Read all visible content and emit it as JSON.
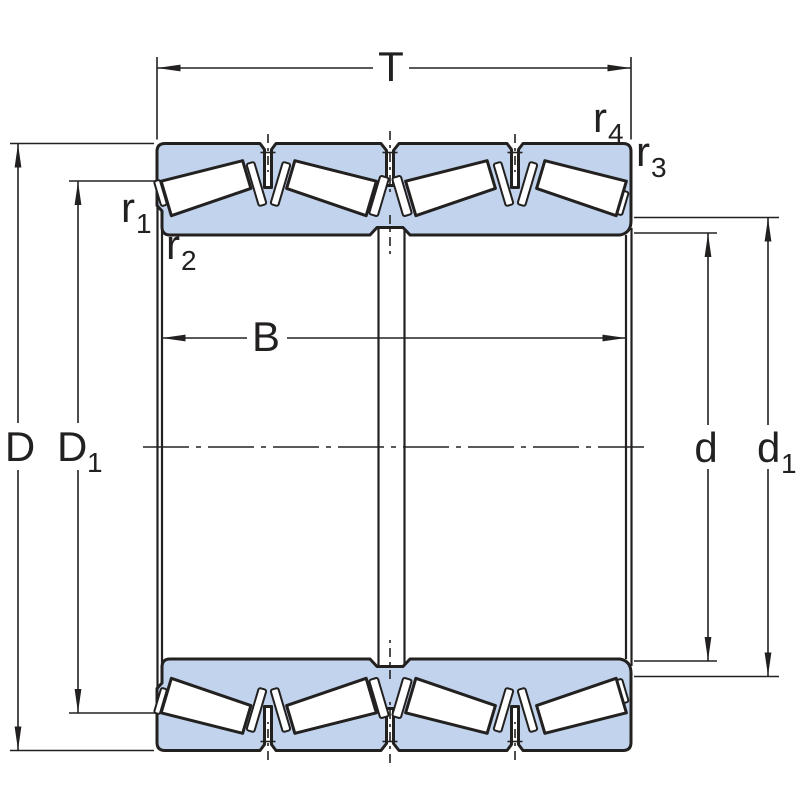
{
  "labels": {
    "T": "T",
    "B": "B",
    "D": "D",
    "D1": {
      "base": "D",
      "sub": "1"
    },
    "d": "d",
    "d1": {
      "base": "d",
      "sub": "1"
    },
    "r1": {
      "base": "r",
      "sub": "1"
    },
    "r2": {
      "base": "r",
      "sub": "2"
    },
    "r3": {
      "base": "r",
      "sub": "3"
    },
    "r4": {
      "base": "r",
      "sub": "4"
    }
  },
  "colors": {
    "ring_fill": "#c2d3ed",
    "line": "#232020",
    "background": "#ffffff"
  }
}
